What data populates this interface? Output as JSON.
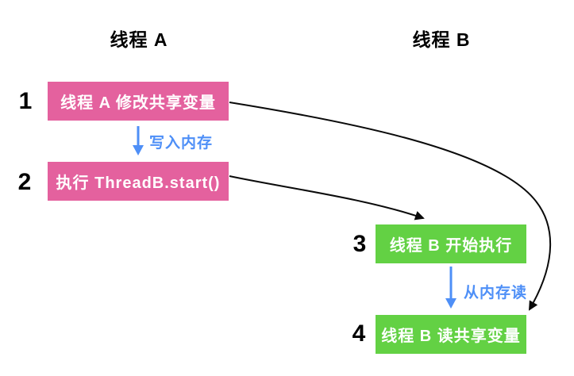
{
  "diagram": {
    "thread_a_title": "线程 A",
    "thread_b_title": "线程 B",
    "steps": [
      {
        "num": "1",
        "label": "线程 A 修改共享变量",
        "thread": "A"
      },
      {
        "num": "2",
        "label": "执行 ThreadB.start()",
        "thread": "A"
      },
      {
        "num": "3",
        "label": "线程 B 开始执行",
        "thread": "B"
      },
      {
        "num": "4",
        "label": "线程 B 读共享变量",
        "thread": "B"
      }
    ],
    "flow_labels": {
      "write": "写入内存",
      "read": "从内存读"
    },
    "sequence_arrows": [
      {
        "from": "1",
        "to": "4",
        "style": "curved-black"
      },
      {
        "from": "2",
        "to": "3",
        "style": "curved-black"
      }
    ]
  },
  "colors": {
    "box_thread_a": "#E4619E",
    "box_thread_b": "#63D144",
    "flow_arrow": "#4E8FF7",
    "sequence_arrow": "#0A0A0A",
    "text_on_box": "#FFFFFF",
    "heading_text": "#000000",
    "background": "#FFFFFF"
  }
}
